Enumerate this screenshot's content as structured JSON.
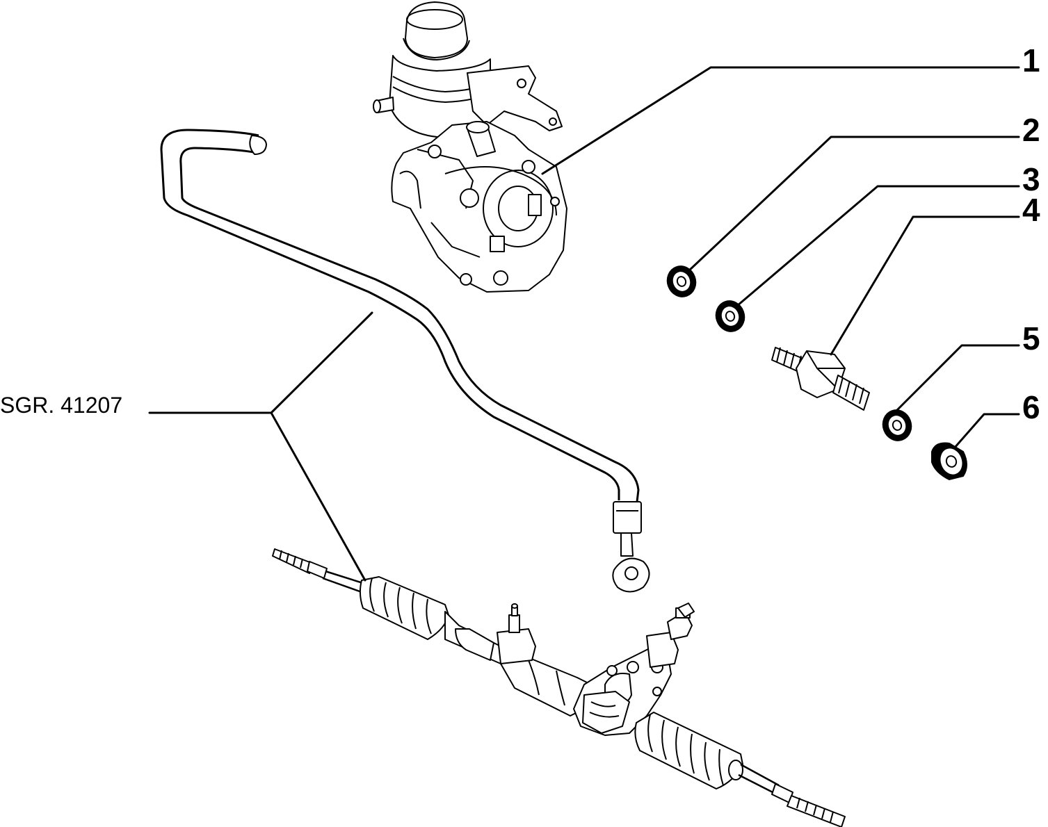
{
  "diagram": {
    "callouts": [
      {
        "label": "1",
        "part": "power-steering-pump"
      },
      {
        "label": "2",
        "part": "washer"
      },
      {
        "label": "3",
        "part": "washer"
      },
      {
        "label": "4",
        "part": "union-bolt"
      },
      {
        "label": "5",
        "part": "washer"
      },
      {
        "label": "6",
        "part": "bush"
      }
    ],
    "reference": {
      "label": "SGR. 41207"
    }
  }
}
